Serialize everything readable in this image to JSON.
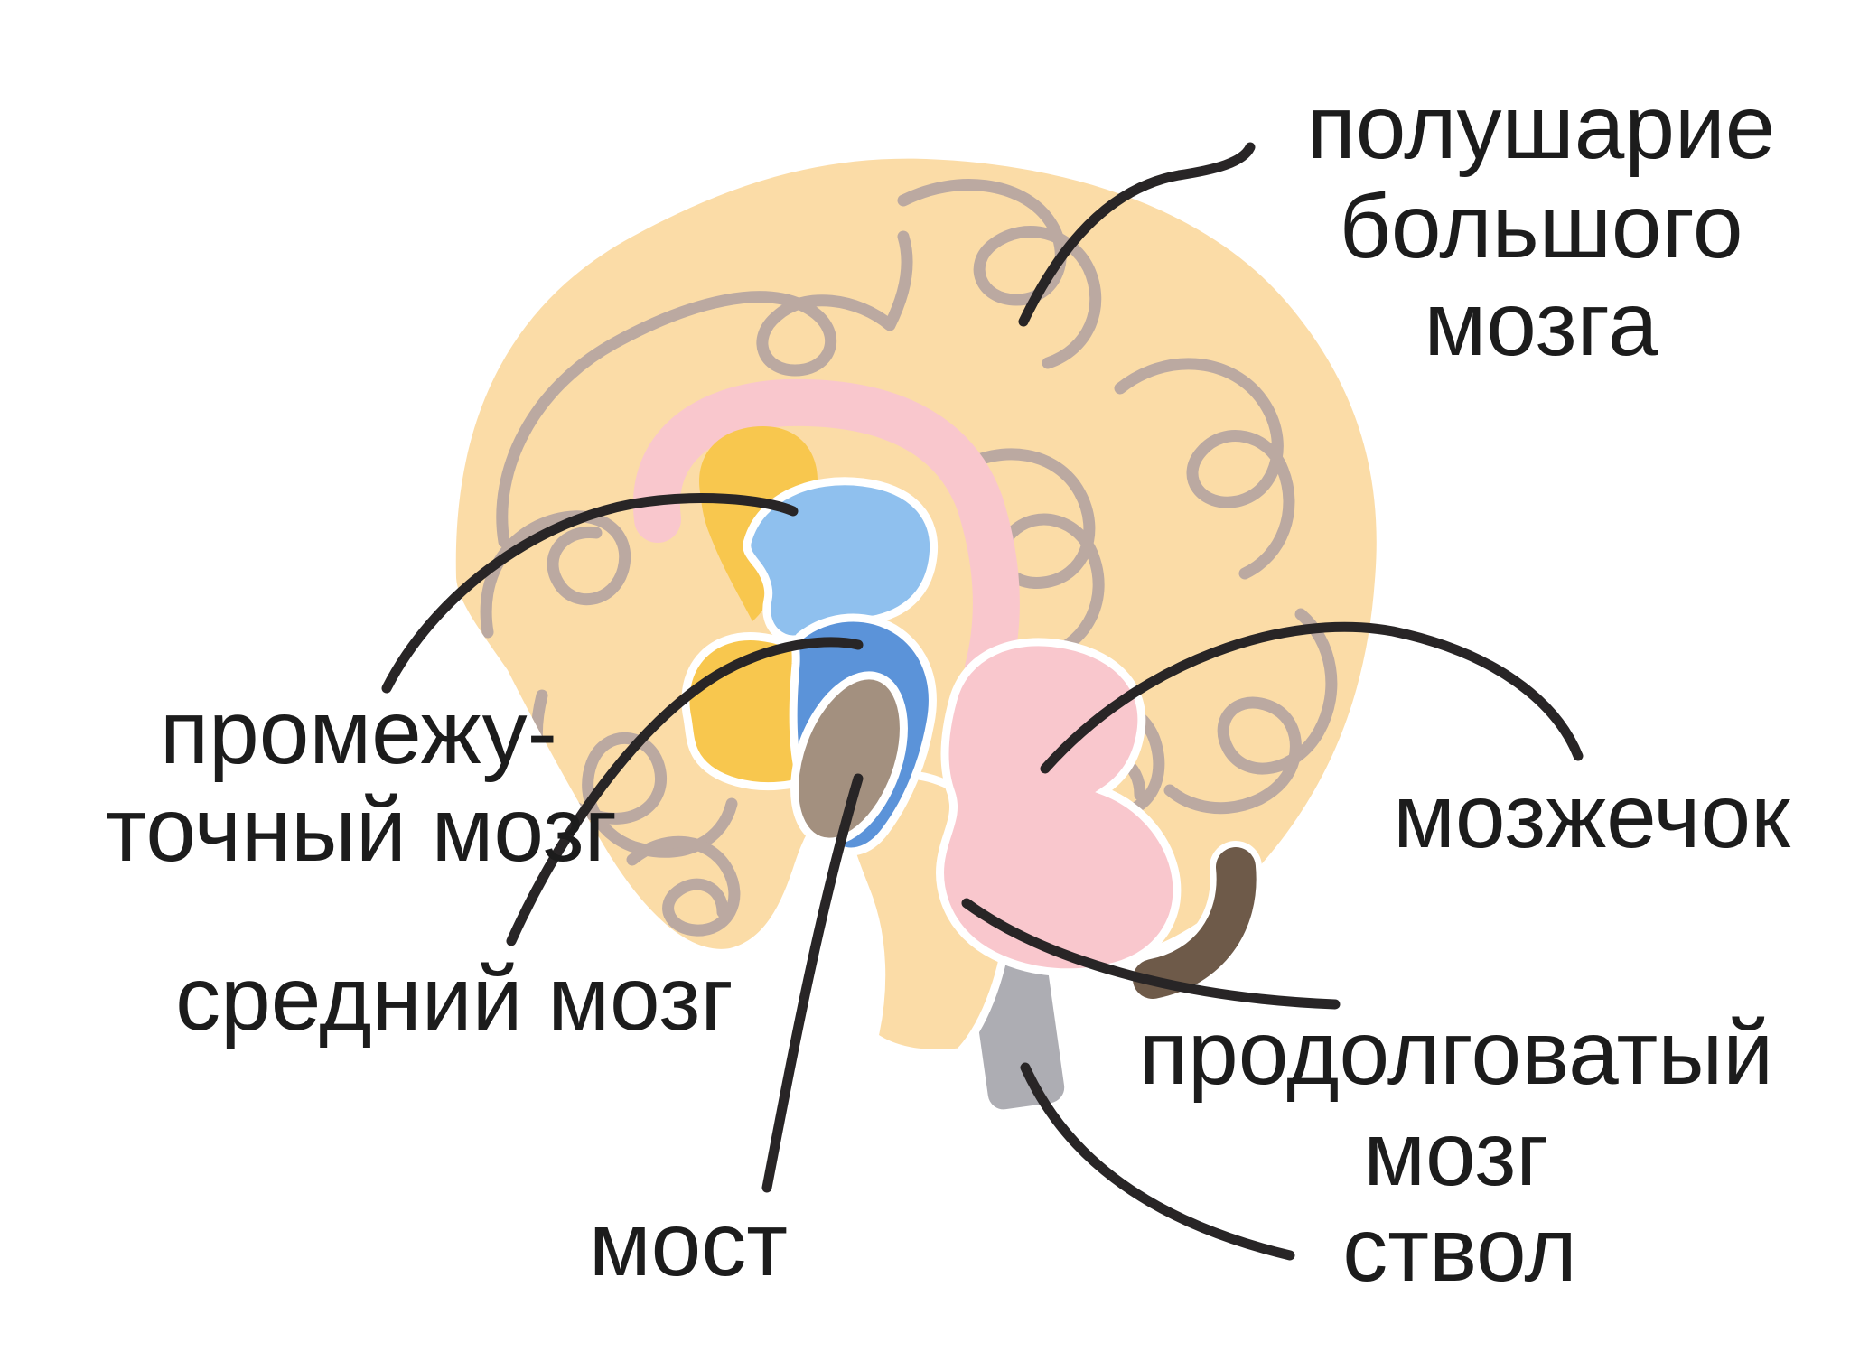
{
  "diagram": {
    "description": "brain-sagittal-section-ru",
    "labels": {
      "hemisphere": {
        "line1": "полушарие",
        "line2": "большого",
        "line3": "мозга"
      },
      "diencephalon": {
        "line1": "промежу-",
        "line2": "точный мозг"
      },
      "midbrain": {
        "line1": "средний мозг"
      },
      "pons": {
        "line1": "мост"
      },
      "cerebellum": {
        "line1": "мозжечок"
      },
      "medulla": {
        "line1": "продолговатый",
        "line2": "мозг"
      },
      "brainstem": {
        "line1": "ствол"
      }
    },
    "colors": {
      "background": "#ffffff",
      "gap_white": "#ffffff",
      "cerebrum": "#FBDCA7",
      "gyri": "#BBA9A1",
      "limbic_pink": "#F9C7CD",
      "nucleus_yellow": "#F8C74E",
      "thalamus_blue": "#8FC0EE",
      "midbrain_blue": "#5B93D9",
      "pons_taupe": "#A3907F",
      "cerebellum_pink": "#F9C7CD",
      "vermis_brown": "#6E5A49",
      "cord_gray": "#ADADB3",
      "leader_line": "#282526",
      "text": "#1C1C1C"
    }
  }
}
